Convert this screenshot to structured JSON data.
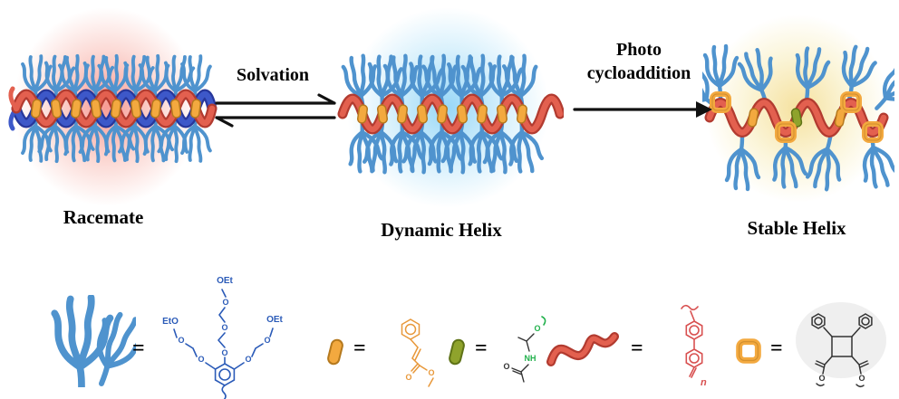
{
  "figure": {
    "panels": {
      "racemate": {
        "label": "Racemate"
      },
      "dynamic_helix": {
        "label": "Dynamic Helix"
      },
      "stable_helix": {
        "label": "Stable Helix"
      }
    },
    "transitions": {
      "solvation": {
        "label": "Solvation"
      },
      "photo": {
        "line1": "Photo",
        "line2": "cycloaddition"
      }
    }
  },
  "legend": {
    "equals_sign": "=",
    "side_chain": {
      "oet_top": "OEt",
      "eto_left": "EtO",
      "oet_right": "OEt",
      "oxygen": "O"
    },
    "cinnamate": {
      "oxygen_carbonyl": "O",
      "oxygen_ester": "O"
    },
    "amide": {
      "oxygen_top": "O",
      "nh": "NH",
      "oxygen_carbonyl": "O"
    },
    "backbone": {
      "repeat_subscript": "n"
    },
    "cyclobutane": {
      "oxygen_left": "O",
      "oxygen_right": "O"
    }
  },
  "colors": {
    "racemate_glow": "#f4766c",
    "dynamic_glow": "#6cc6f4",
    "stable_glow": "#f2d67a",
    "helix_red": "#d85247",
    "helix_blue": "#3a55c4",
    "side_chain_blue": "#4f93ce",
    "linker_orange": "#f3a93f",
    "amide_green": "#22b14c",
    "structure_blue": "#2b5bb8",
    "cinnamate_orange": "#e8983a"
  }
}
